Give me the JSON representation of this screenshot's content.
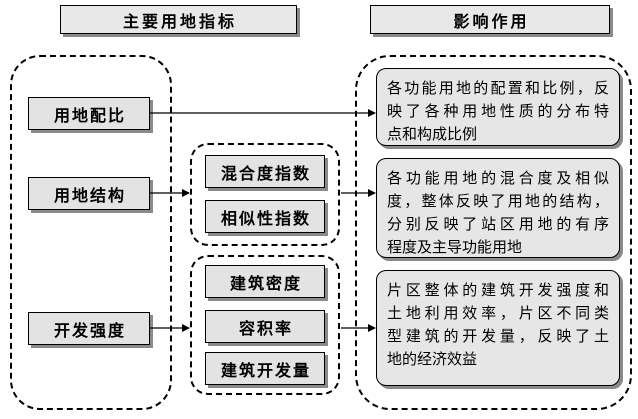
{
  "headers": {
    "left": "主要用地指标",
    "right": "影响作用"
  },
  "indicators": {
    "land_ratio": "用地配比",
    "land_structure": "用地结构",
    "development_intensity": "开发强度"
  },
  "structure_metrics": [
    "混合度指数",
    "相似性指数"
  ],
  "intensity_metrics": [
    "建筑密度",
    "容积率",
    "建筑开发量"
  ],
  "effects": [
    {
      "lines": [
        "各功能用地的配置和比例，反",
        "映了各种用地性质的分布特",
        "点和构成比例"
      ]
    },
    {
      "lines": [
        "各功能用地的混合度及相似",
        "度，整体反映了用地的结构，",
        "分别反映了站区用地的有序",
        "程度及主导功能用地"
      ]
    },
    {
      "lines": [
        "片区整体的建筑开发强度和",
        "土地利用效率，片区不同类",
        "型建筑的开发量，反映了土",
        "地的经济效益"
      ]
    }
  ]
}
